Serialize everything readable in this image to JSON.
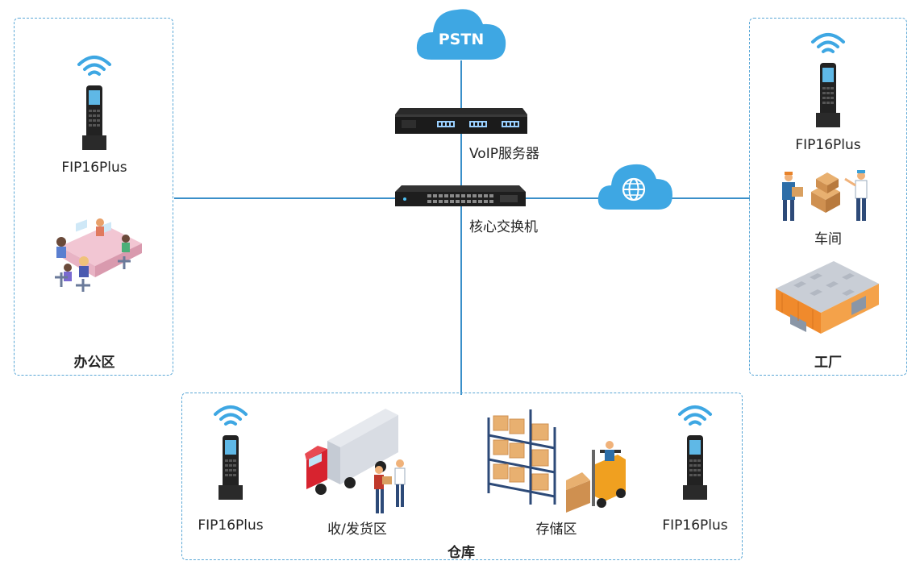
{
  "cloud_pstn": {
    "label": "PSTN",
    "icon": "cloud-icon"
  },
  "cloud_internet": {
    "icon": "globe-cloud-icon"
  },
  "voip_server": {
    "label": "VoIP服务器",
    "icon": "rack-server-icon"
  },
  "core_switch": {
    "label": "核心交换机",
    "icon": "network-switch-icon"
  },
  "office": {
    "title": "办公区",
    "phone": {
      "label": "FIP16Plus",
      "icon": "wifi-phone-icon"
    },
    "illustration": "office-desks-icon"
  },
  "factory_zone": {
    "title": "工厂",
    "phone": {
      "label": "FIP16Plus",
      "icon": "wifi-phone-icon"
    },
    "workshop": {
      "label": "车间",
      "icon": "workers-boxes-icon"
    },
    "building": {
      "icon": "factory-building-icon"
    }
  },
  "warehouse": {
    "title": "仓库",
    "phone_left": {
      "label": "FIP16Plus",
      "icon": "wifi-phone-icon"
    },
    "phone_right": {
      "label": "FIP16Plus",
      "icon": "wifi-phone-icon"
    },
    "receiving": {
      "label": "收/发货区",
      "icon": "truck-delivery-icon"
    },
    "storage": {
      "label": "存储区",
      "icon": "shelves-forklift-icon"
    }
  },
  "colors": {
    "line": "#3a8fc9",
    "zone_border": "#5aa7d6",
    "cloud": "#3ea7e3"
  }
}
